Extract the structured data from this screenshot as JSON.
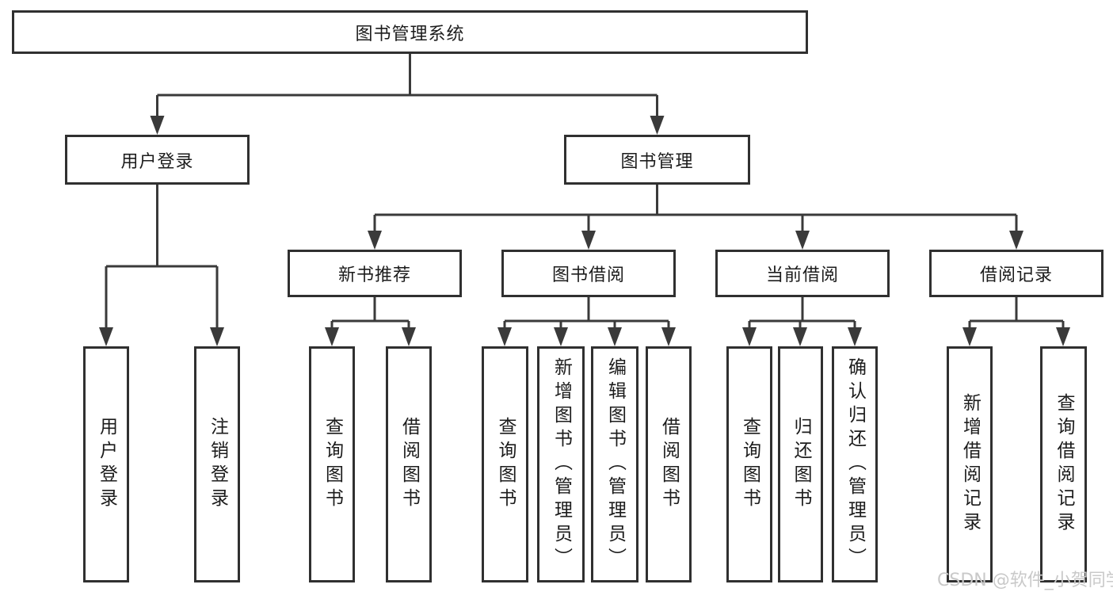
{
  "colors": {
    "line": "#3a3a3a",
    "border": "#303030",
    "text": "#1c1c1c",
    "bg": "#ffffff",
    "watermark": "#c9c9c9"
  },
  "nodes": {
    "root": "图书管理系统",
    "user_login": "用户登录",
    "book_mgmt": "图书管理",
    "new_book_rec": "新书推荐",
    "book_borrow": "图书借阅",
    "current_borrow": "当前借阅",
    "borrow_records": "借阅记录",
    "user_login_leaf": "用户登录",
    "logout_leaf": "注销登录",
    "nb_query": "查询图书",
    "nb_borrow": "借阅图书",
    "bb_query": "查询图书",
    "bb_add": "新增图书（管理员）",
    "bb_edit": "编辑图书（管理员）",
    "bb_borrow": "借阅图书",
    "cb_query": "查询图书",
    "cb_return": "归还图书",
    "cb_confirm": "确认归还（管理员）",
    "br_add": "新增借阅记录",
    "br_query": "查询借阅记录"
  },
  "watermark": "CSDN @软件_小贺同学"
}
